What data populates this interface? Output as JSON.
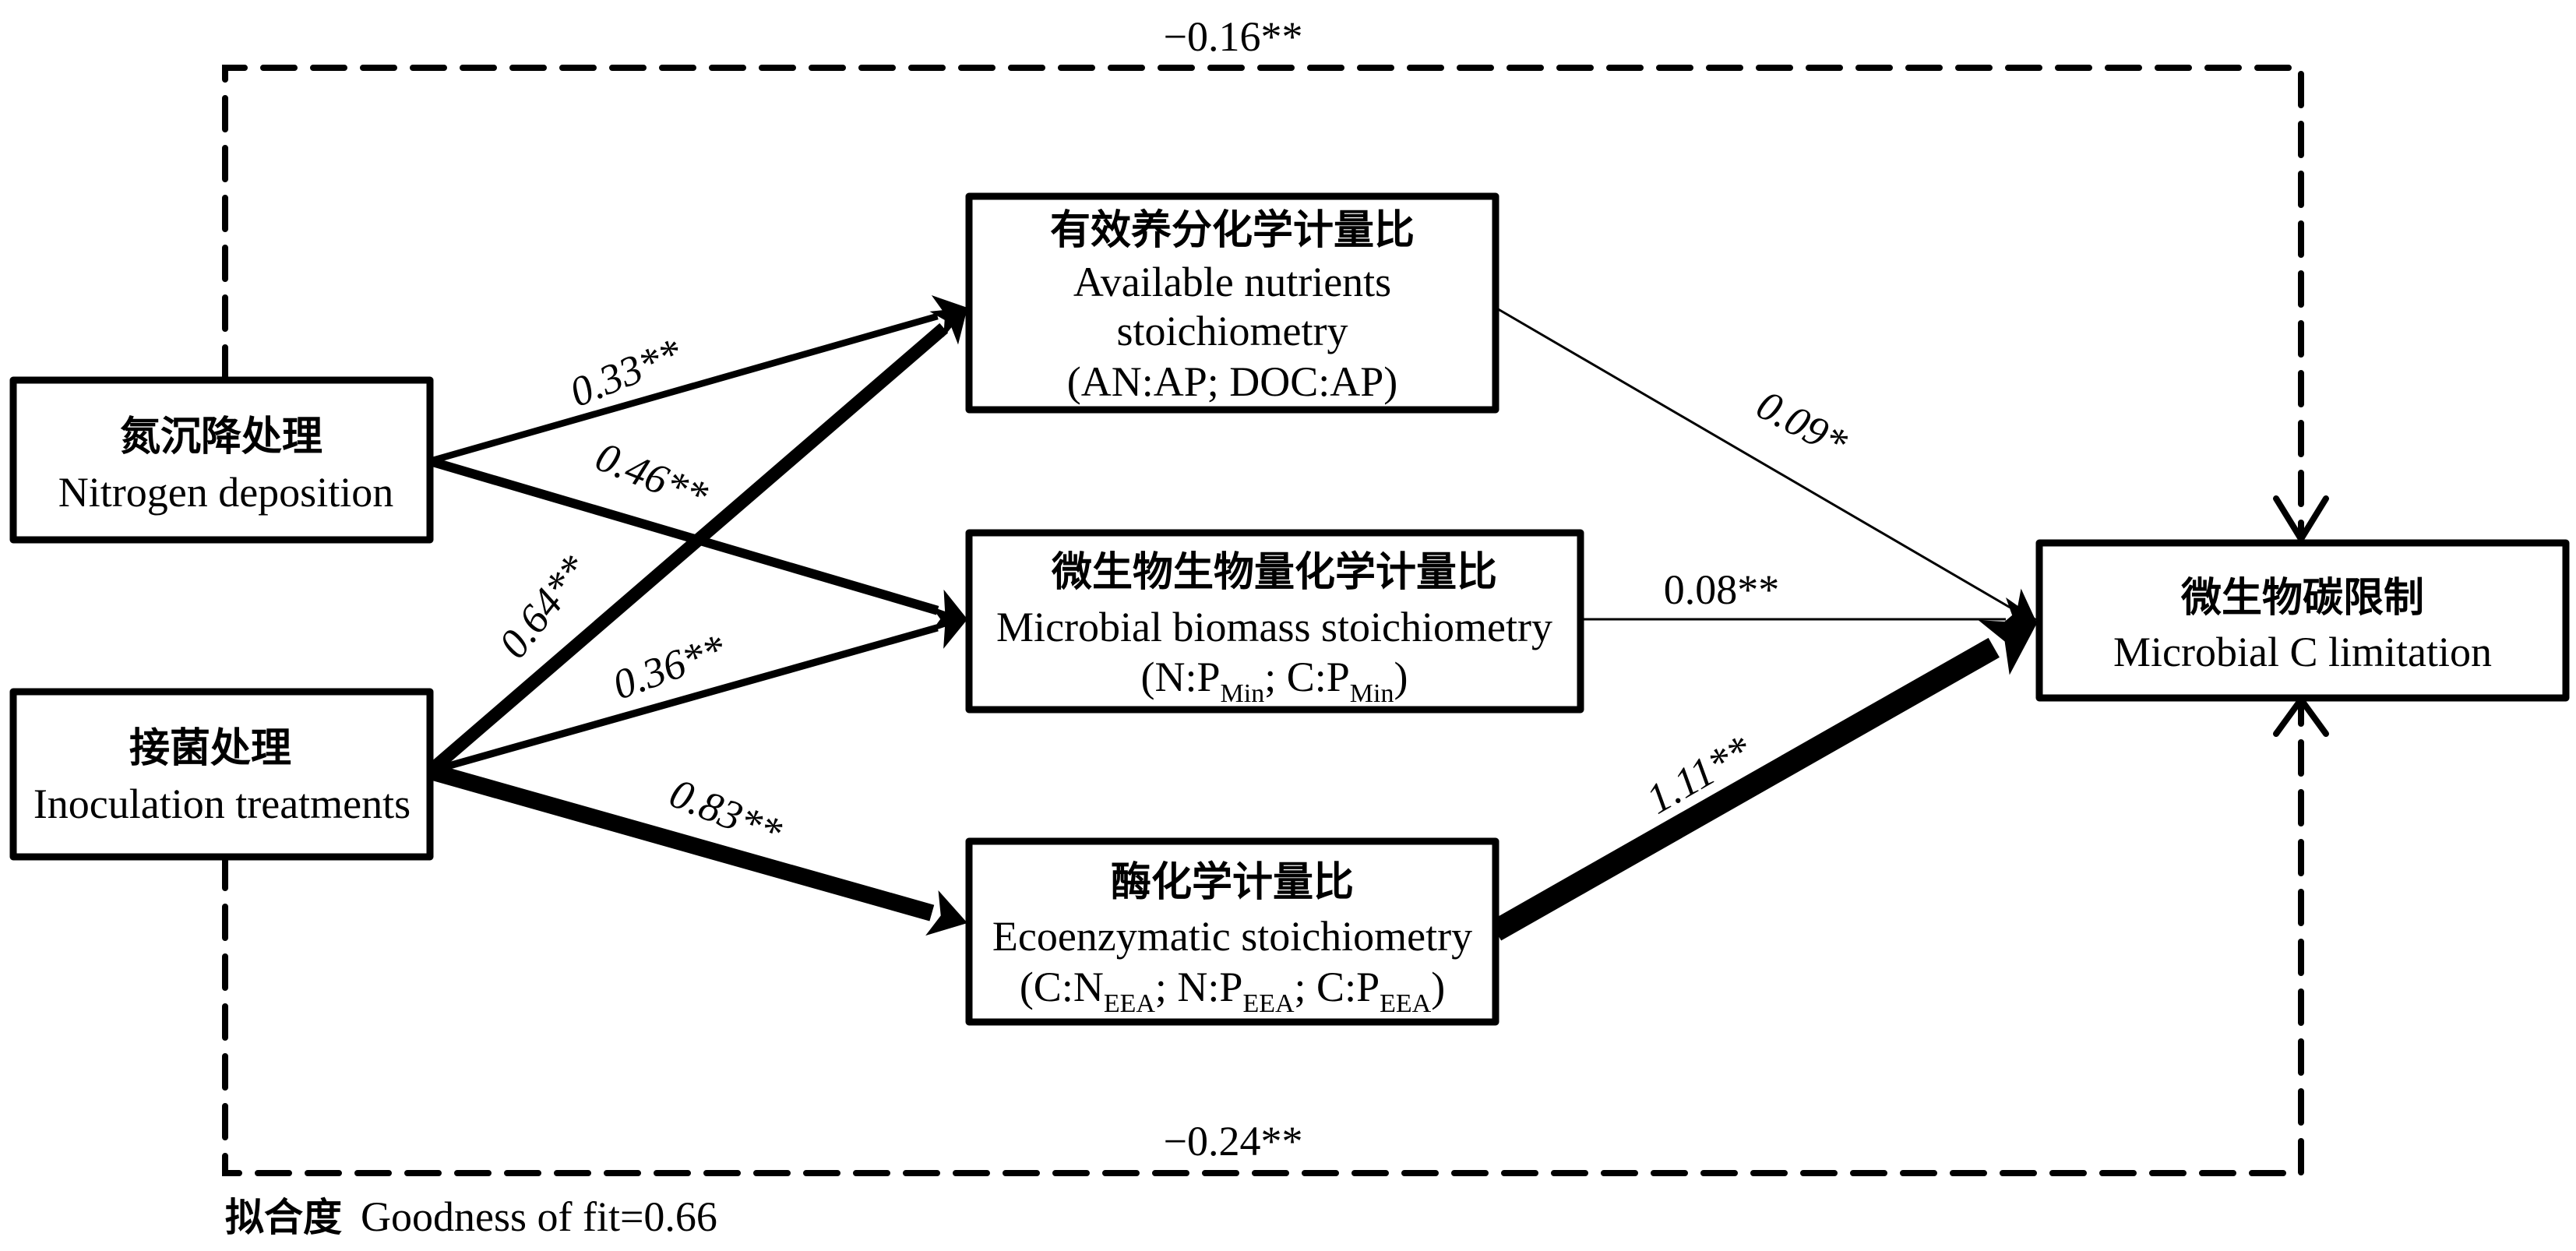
{
  "diagram": {
    "type": "structural-equation-model",
    "nodes": {
      "nitrogen": {
        "zh": "氮沉降处理",
        "en": "Nitrogen deposition"
      },
      "inoculation": {
        "zh": "接菌处理",
        "en": "Inoculation treatments"
      },
      "available": {
        "zh": "有效养分化学计量比",
        "en1": "Available nutrients",
        "en2": "stoichiometry",
        "en3": "(AN:AP; DOC:AP)"
      },
      "biomass": {
        "zh": "微生物生物量化学计量比",
        "en1": "Microbial biomass stoichiometry",
        "en2_parts": [
          "(N:P",
          "Min",
          "; C:P",
          "Min",
          ")"
        ]
      },
      "enzyme": {
        "zh": "酶化学计量比",
        "en1": "Ecoenzymatic stoichiometry",
        "en2_parts": [
          "(C:N",
          "EEA",
          "; N:P",
          "EEA",
          "; C:P",
          "EEA",
          ")"
        ]
      },
      "carbon": {
        "zh": "微生物碳限制",
        "en": "Microbial C limitation"
      }
    },
    "paths": [
      {
        "id": "n-avail",
        "from": "nitrogen",
        "to": "available",
        "coef": 0.33,
        "label": "0.33**",
        "style": "solid"
      },
      {
        "id": "n-bio",
        "from": "nitrogen",
        "to": "biomass",
        "coef": 0.46,
        "label": "0.46**",
        "style": "solid"
      },
      {
        "id": "i-avail",
        "from": "inoculation",
        "to": "available",
        "coef": 0.64,
        "label": "0.64**",
        "style": "solid"
      },
      {
        "id": "i-bio",
        "from": "inoculation",
        "to": "biomass",
        "coef": 0.36,
        "label": "0.36**",
        "style": "solid"
      },
      {
        "id": "i-enz",
        "from": "inoculation",
        "to": "enzyme",
        "coef": 0.83,
        "label": "0.83**",
        "style": "solid"
      },
      {
        "id": "avail-c",
        "from": "available",
        "to": "carbon",
        "coef": 0.09,
        "label": "0.09*",
        "style": "solid"
      },
      {
        "id": "bio-c",
        "from": "biomass",
        "to": "carbon",
        "coef": 0.08,
        "label": "0.08**",
        "style": "solid"
      },
      {
        "id": "enz-c",
        "from": "enzyme",
        "to": "carbon",
        "coef": 1.11,
        "label": "1.11**",
        "style": "solid"
      },
      {
        "id": "n-c",
        "from": "nitrogen",
        "to": "carbon",
        "coef": -0.16,
        "label": "−0.16**",
        "style": "dashed"
      },
      {
        "id": "i-c",
        "from": "inoculation",
        "to": "carbon",
        "coef": -0.24,
        "label": "−0.24**",
        "style": "dashed"
      }
    ],
    "fit": {
      "zh": "拟合度",
      "en": "Goodness of fit=0.66",
      "value": 0.66
    },
    "colors": {
      "line": "#000000",
      "background": "#ffffff"
    }
  }
}
